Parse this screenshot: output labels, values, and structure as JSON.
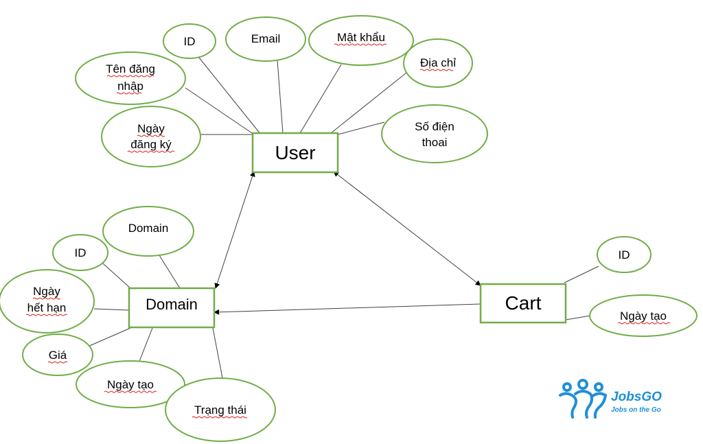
{
  "entities": {
    "user": "User",
    "domain": "Domain",
    "cart": "Cart"
  },
  "user_attributes": {
    "id": "ID",
    "email": "Email",
    "password": "Mật khẩu",
    "address": "Địa chỉ",
    "phone_line1": "Số điện",
    "phone_line2": "thoai",
    "username_line1": "Tên đăng",
    "username_line2": "nhập",
    "reg_date_line1": "Ngày",
    "reg_date_line2": "đăng ký"
  },
  "domain_attributes": {
    "domain_name": "Domain",
    "id": "ID",
    "expiry_line1": "Ngày",
    "expiry_line2": "hết hạn",
    "price": "Giá",
    "created_date": "Ngày tạo",
    "status": "Trạng thái"
  },
  "cart_attributes": {
    "id": "ID",
    "created_date": "Ngày tạo"
  },
  "logo": {
    "name": "JobsGO",
    "tagline": "Jobs on the Go"
  },
  "colors": {
    "entity_border": "#70ad47",
    "ellipse_border": "#70ad47",
    "logo": "#1f8fd8"
  }
}
